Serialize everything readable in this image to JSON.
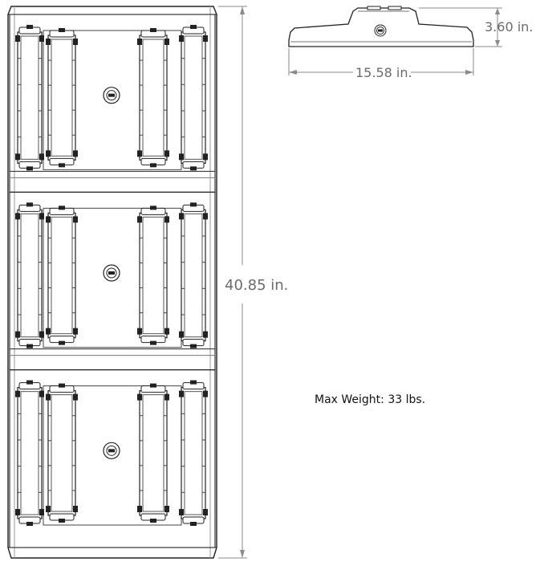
{
  "dimensions": {
    "overall_length": "40.85 in.",
    "side_height": "3.60 in.",
    "side_width": "15.58 in."
  },
  "note": {
    "max_weight": "Max Weight: 33 lbs."
  },
  "modules": {
    "count": 3,
    "drivers_per_side": 2
  },
  "colors": {
    "line": "#222222",
    "light_line": "#9a9a9a",
    "dimension_text": "#6b6b6b"
  },
  "icons": {
    "sensor": "sensor-port-icon"
  }
}
